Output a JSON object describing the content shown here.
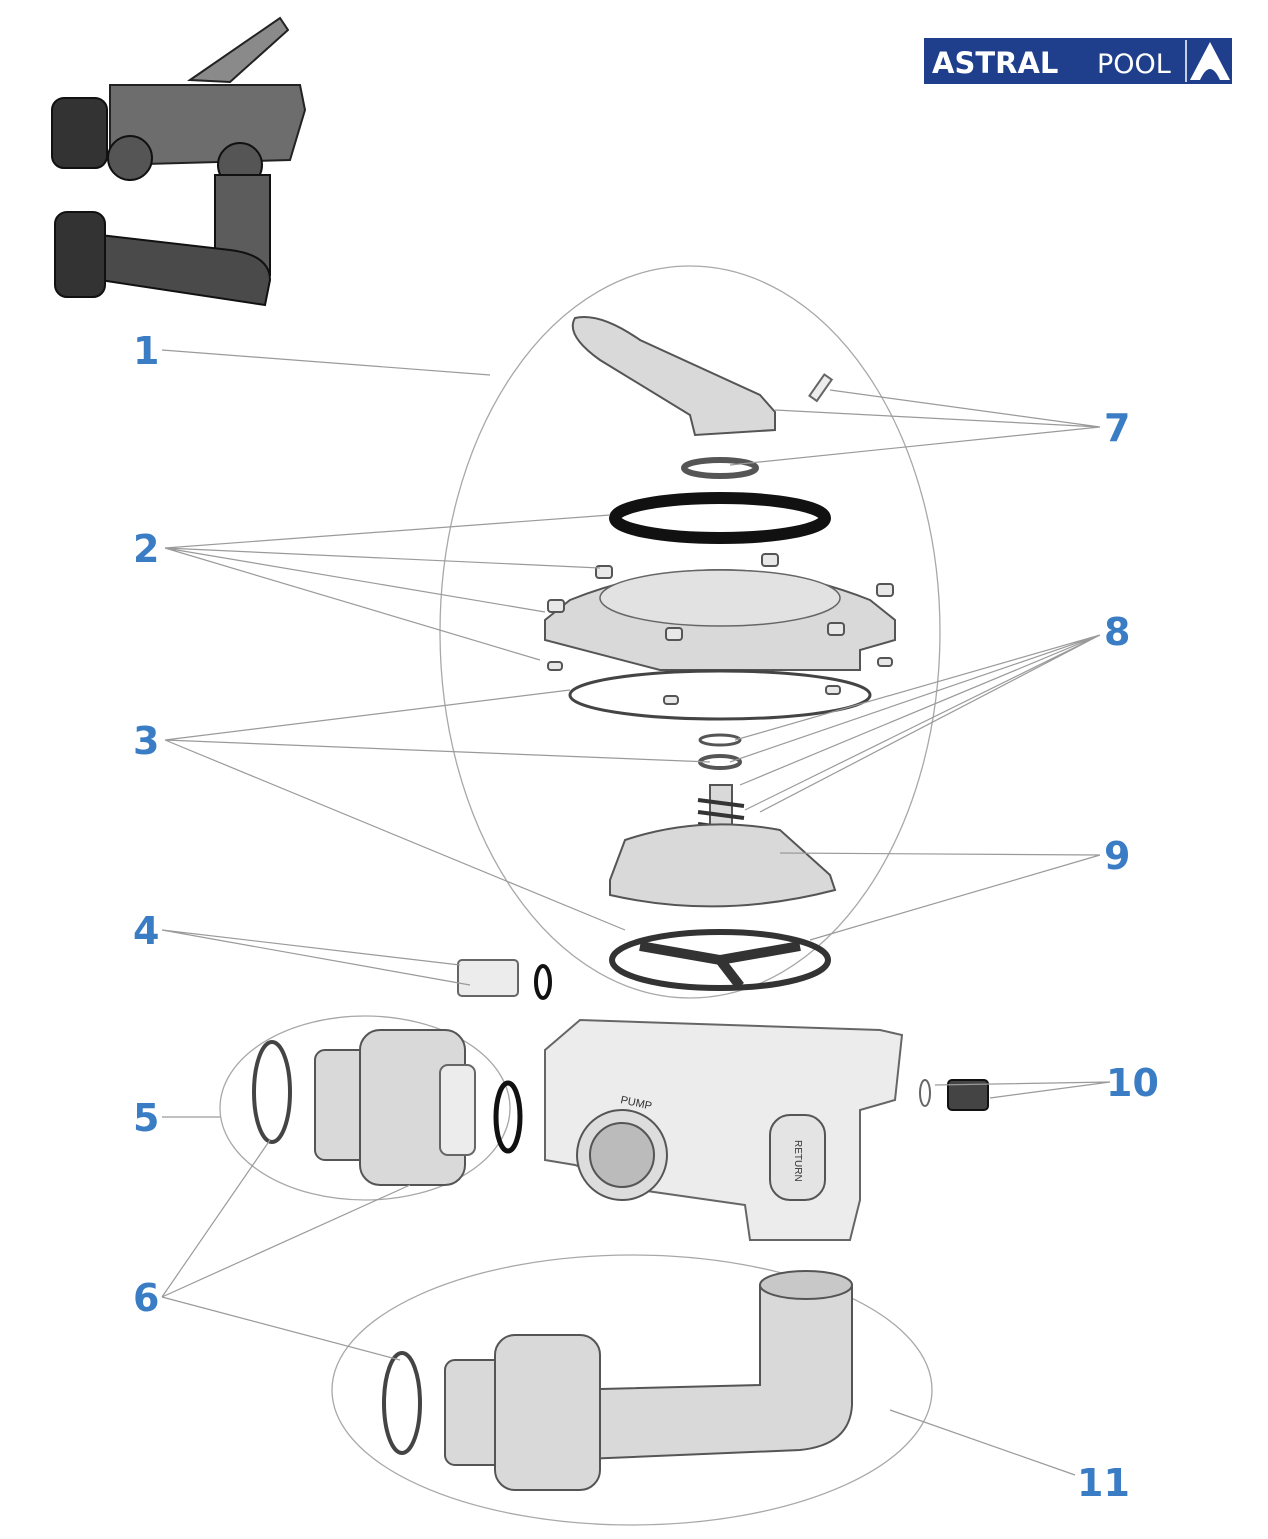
{
  "title": "Multiport valve exploded parts diagram",
  "logo": {
    "brand": "ASTRALPOOL",
    "brand_bold": "ASTRAL",
    "brand_light": "POOL",
    "color": "#1f3f8c"
  },
  "label_color": "#3b7dc4",
  "callouts": [
    {
      "number": "1"
    },
    {
      "number": "2"
    },
    {
      "number": "3"
    },
    {
      "number": "4"
    },
    {
      "number": "5"
    },
    {
      "number": "6"
    },
    {
      "number": "7"
    },
    {
      "number": "8"
    },
    {
      "number": "9"
    },
    {
      "number": "10"
    },
    {
      "number": "11"
    }
  ],
  "body_markings": {
    "pump": "PUMP",
    "return": "RETURN"
  }
}
